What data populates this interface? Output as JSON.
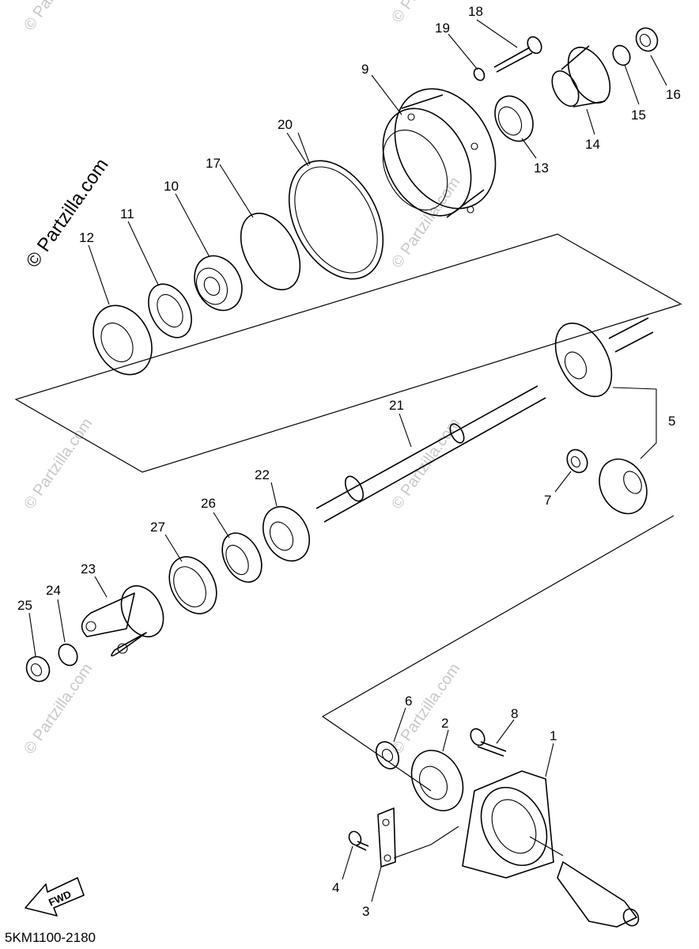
{
  "diagram_code": "5KM1100-2180",
  "watermark": "© Partzilla.com",
  "fwd_label": "FWD",
  "callouts": [
    "1",
    "2",
    "3",
    "4",
    "5",
    "6",
    "7",
    "8",
    "9",
    "10",
    "11",
    "12",
    "13",
    "14",
    "15",
    "16",
    "17",
    "18",
    "19",
    "20",
    "21",
    "22",
    "23",
    "24",
    "25",
    "26",
    "27"
  ]
}
